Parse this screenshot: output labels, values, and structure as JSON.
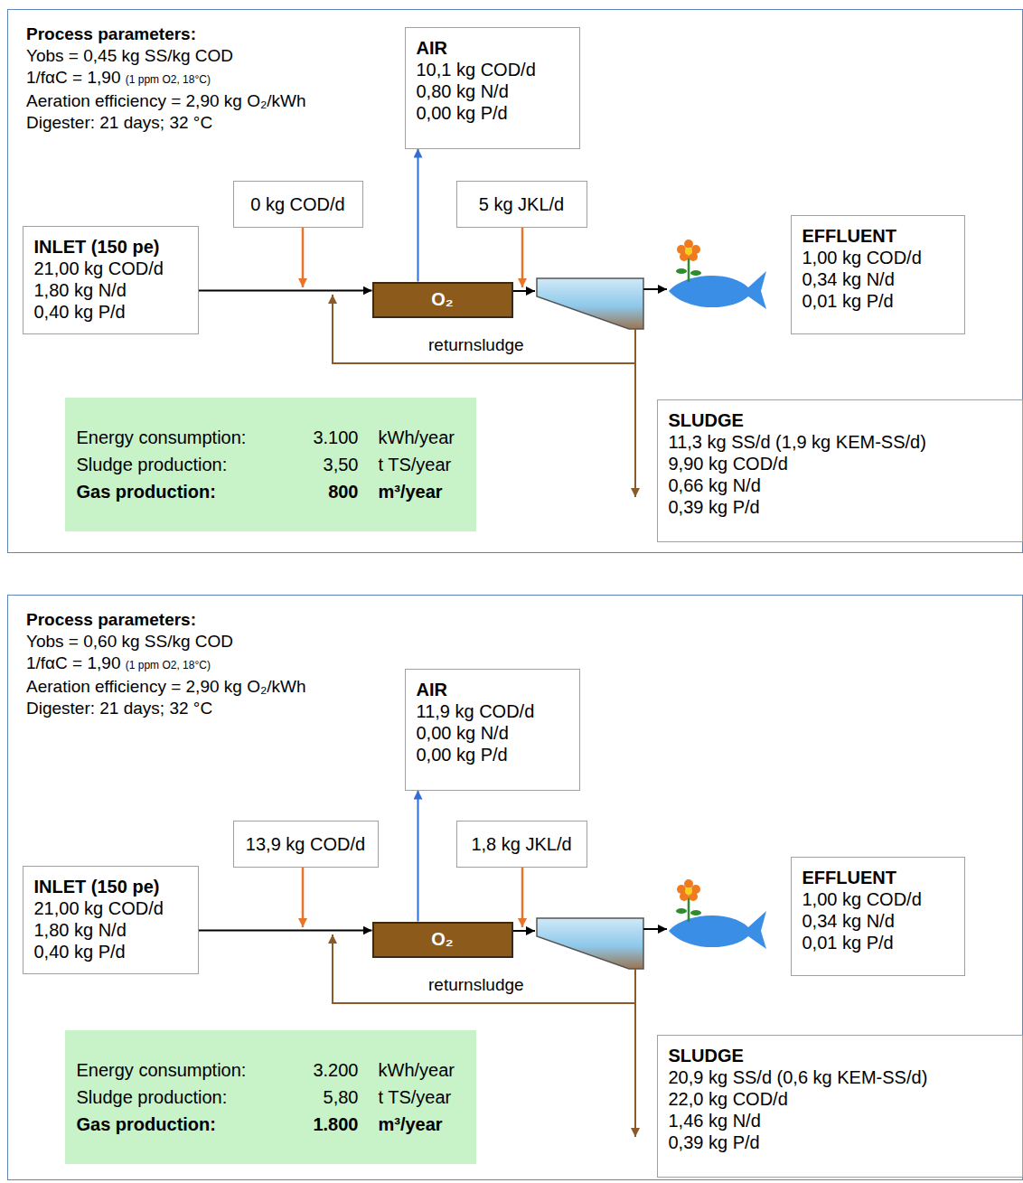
{
  "diagram": {
    "nodes": [
      {
        "text": [
          "Process parameters:",
          "Yobs = 0,45 kg SS/kg COD",
          "1/fαC = 1,90",
          "(1 ppm O2, 18°C)",
          "Aeration efficiency = 2,90 kg O₂/kWh",
          "Digester: 21 days; 32 °C"
        ]
      },
      {
        "text": [
          "AIR",
          "10,1 kg COD/d",
          "0,80 kg N/d",
          "0,00 kg P/d"
        ],
        "in": 0
      },
      {
        "text": [
          "0 kg COD/d"
        ],
        "in": 0
      },
      {
        "text": [
          "5 kg JKL/d"
        ],
        "in": 0
      },
      {
        "text": [
          "INLET (150 pe)",
          "21,00 kg COD/d",
          "1,80 kg N/d",
          "0,40 kg P/d"
        ],
        "in": 0
      },
      {
        "text": [
          "O₂"
        ],
        "in": 0
      },
      {
        "text": [
          "EFFLUENT",
          "1,00 kg COD/d",
          "0,34 kg N/d",
          "0,01 kg P/d"
        ],
        "in": 0
      },
      {
        "text": [
          "SLUDGE",
          "11,3 kg SS/d (1,9 kg KEM-SS/d)",
          "9,90 kg COD/d",
          "0,66 kg N/d",
          "0,39 kg P/d"
        ],
        "in": 0
      },
      {
        "text": [
          "Energy consumption:",
          "3.100",
          "kWh/year",
          "Sludge production:",
          "3,50",
          "t TS/year",
          "Gas production:",
          "800",
          "m³/year"
        ],
        "in": 0
      },
      {
        "text": [
          "Process parameters:",
          "Yobs = 0,60 kg SS/kg COD",
          "1/fαC = 1,90",
          "(1 ppm O2, 18°C)",
          "Aeration efficiency = 2,90 kg O₂/kWh",
          "Digester: 21 days; 32 °C"
        ]
      },
      {
        "text": [
          "AIR",
          "11,9 kg COD/d",
          "0,00 kg N/d",
          "0,00 kg P/d"
        ],
        "in": 9
      },
      {
        "text": [
          "13,9 kg COD/d"
        ],
        "in": 9
      },
      {
        "text": [
          "1,8 kg JKL/d"
        ],
        "in": 9
      },
      {
        "text": [
          "INLET (150 pe)",
          "21,00 kg COD/d",
          "1,80 kg N/d",
          "0,40 kg P/d"
        ],
        "in": 9
      },
      {
        "text": [
          "O₂"
        ],
        "in": 9
      },
      {
        "text": [
          "EFFLUENT",
          "1,00 kg COD/d",
          "0,34 kg N/d",
          "0,01 kg P/d"
        ],
        "in": 9
      },
      {
        "text": [
          "SLUDGE",
          "20,9 kg SS/d (0,6 kg KEM-SS/d)",
          "22,0 kg COD/d",
          "1,46 kg N/d",
          "0,39 kg P/d"
        ],
        "in": 9
      },
      {
        "text": [
          "Energy consumption:",
          "3.200",
          "kWh/year",
          "Sludge production:",
          "5,80",
          "t TS/year",
          "Gas production:",
          "1.800",
          "m³/year"
        ],
        "in": 9
      }
    ],
    "edges": [
      {
        "from": 4,
        "to": 5,
        "arrow": "to"
      },
      {
        "from": 5,
        "to": 1,
        "arrow": "to"
      },
      {
        "from": 13,
        "to": 14,
        "arrow": "to"
      },
      {
        "from": 14,
        "to": 10,
        "arrow": "to"
      }
    ],
    "labels": [
      "returnsludge",
      "returnsludge"
    ]
  }
}
